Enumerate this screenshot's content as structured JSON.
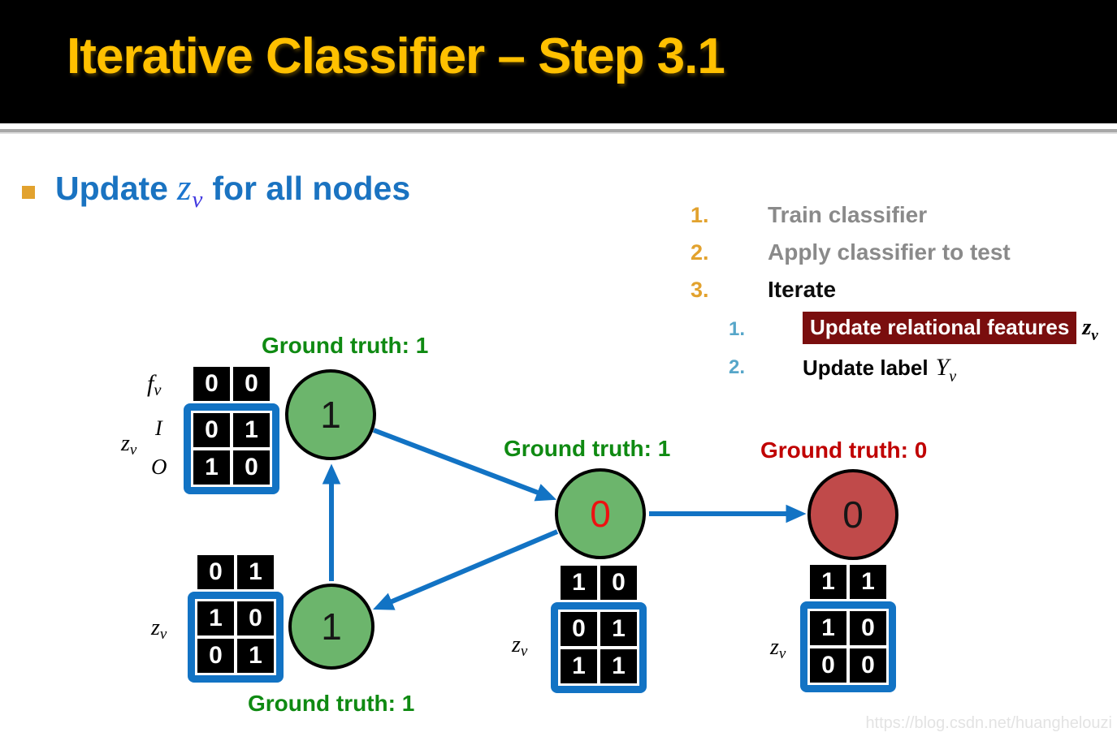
{
  "header": {
    "title": "Iterative Classifier – Step 3.1"
  },
  "bullet": {
    "pre": "Update",
    "math_base": "z",
    "math_sub": "v",
    "post": "for all nodes"
  },
  "steps": {
    "items": [
      {
        "num": "1.",
        "label": "Train classifier"
      },
      {
        "num": "2.",
        "label": "Apply classifier to test"
      },
      {
        "num": "3.",
        "label": "Iterate"
      }
    ],
    "subitems": [
      {
        "num": "1.",
        "label": "Update relational features",
        "math_base": "z",
        "math_sub": "v",
        "highlighted": true
      },
      {
        "num": "2.",
        "label": "Update label",
        "math_base": "Y",
        "math_sub": "v",
        "highlighted": false
      }
    ]
  },
  "graph": {
    "nodes": [
      {
        "id": "top-left",
        "value": "1",
        "fill": "#6cb56c",
        "value_color": "#161616",
        "ground_truth": "Ground truth: 1",
        "ground_truth_color": "#0f8a12"
      },
      {
        "id": "bottom-left",
        "value": "1",
        "fill": "#6cb56c",
        "value_color": "#161616",
        "ground_truth": "Ground truth: 1",
        "ground_truth_color": "#0f8a12"
      },
      {
        "id": "middle",
        "value": "0",
        "fill": "#6cb56c",
        "value_color": "#ee1111",
        "ground_truth": "Ground truth: 1",
        "ground_truth_color": "#0f8a12"
      },
      {
        "id": "right",
        "value": "0",
        "fill": "#c04a4a",
        "value_color": "#161616",
        "ground_truth": "Ground truth: 0",
        "ground_truth_color": "#c00000"
      }
    ],
    "edges": [
      {
        "from": "bottom-left",
        "to": "top-left"
      },
      {
        "from": "top-left",
        "to": "middle"
      },
      {
        "from": "middle",
        "to": "bottom-left"
      },
      {
        "from": "middle",
        "to": "right"
      }
    ]
  },
  "matrices": [
    {
      "node": "top-left",
      "feature_label": "f",
      "feature_sub": "v",
      "z_label": "z",
      "z_sub": "v",
      "row_in": "I",
      "row_out": "O",
      "top": [
        "0",
        "0"
      ],
      "box": [
        [
          "0",
          "1"
        ],
        [
          "1",
          "0"
        ]
      ]
    },
    {
      "node": "bottom-left",
      "z_label": "z",
      "z_sub": "v",
      "top": [
        "0",
        "1"
      ],
      "box": [
        [
          "1",
          "0"
        ],
        [
          "0",
          "1"
        ]
      ]
    },
    {
      "node": "middle",
      "z_label": "z",
      "z_sub": "v",
      "top": [
        "1",
        "0"
      ],
      "box": [
        [
          "0",
          "1"
        ],
        [
          "1",
          "1"
        ]
      ]
    },
    {
      "node": "right",
      "z_label": "z",
      "z_sub": "v",
      "top": [
        "1",
        "1"
      ],
      "box": [
        [
          "1",
          "0"
        ],
        [
          "0",
          "0"
        ]
      ]
    }
  ],
  "watermark": "https://blog.csdn.net/huanghelouzi",
  "colors": {
    "title_yellow": "#ffc000",
    "header_black": "#000000",
    "accent_blue": "#1273c4",
    "bullet_blue": "#1a73c1",
    "math_violet": "#4038e0",
    "node_green": "#6cb56c",
    "node_red": "#c04a4a",
    "gt_green": "#0f8a12",
    "gt_red": "#c00000",
    "highlight_maroon": "#7a0e0e",
    "list_number_orange": "#e2a22e",
    "substep_number_blue": "#56a6c9",
    "gray_text": "#8a8a8a",
    "watermark_gray": "#e3e3e3"
  }
}
